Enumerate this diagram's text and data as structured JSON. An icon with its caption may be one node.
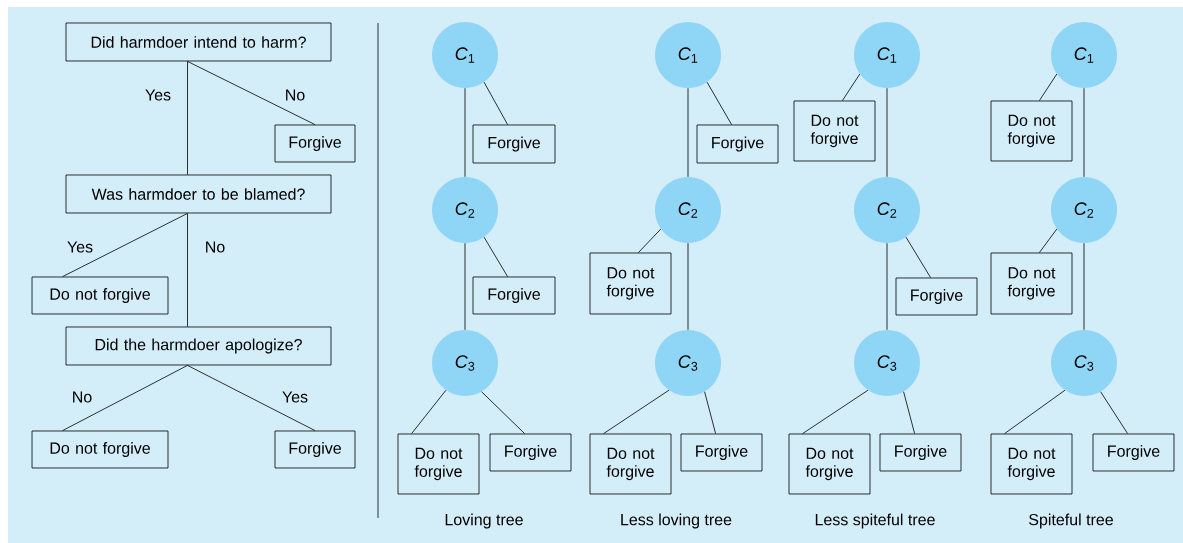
{
  "diagram": {
    "nodes": [
      {
        "text": [
          "Did harmdoer intend to harm?"
        ]
      },
      {
        "text": [
          "Forgive"
        ]
      },
      {
        "text": [
          "Was harmdoer to be blamed?"
        ]
      },
      {
        "text": [
          "Do not forgive"
        ]
      },
      {
        "text": [
          "Did the harmdoer apologize?"
        ]
      },
      {
        "text": [
          "Do not forgive"
        ]
      },
      {
        "text": [
          "Forgive"
        ]
      },
      {
        "text": [
          "*C*$_{1}$"
        ]
      },
      {
        "text": [
          "Forgive"
        ]
      },
      {
        "text": [
          "*C*$_{2}$"
        ]
      },
      {
        "text": [
          "Forgive"
        ]
      },
      {
        "text": [
          "*C*$_{3}$"
        ]
      },
      {
        "text": [
          "Do not forgive"
        ]
      },
      {
        "text": [
          "Forgive"
        ]
      },
      {
        "text": [
          "*C*$_{1}$"
        ]
      },
      {
        "text": [
          "Forgive"
        ]
      },
      {
        "text": [
          "*C*$_{2}$"
        ]
      },
      {
        "text": [
          "Do not forgive"
        ]
      },
      {
        "text": [
          "*C*$_{3}$"
        ]
      },
      {
        "text": [
          "Do not forgive"
        ]
      },
      {
        "text": [
          "Forgive"
        ]
      },
      {
        "text": [
          "*C*$_{1}$"
        ]
      },
      {
        "text": [
          "Do not forgive"
        ]
      },
      {
        "text": [
          "*C*$_{2}$"
        ]
      },
      {
        "text": [
          "Forgive"
        ]
      },
      {
        "text": [
          "*C*$_{3}$"
        ]
      },
      {
        "text": [
          "Do not forgive"
        ]
      },
      {
        "text": [
          "Forgive"
        ]
      },
      {
        "text": [
          "*C*$_{1}$"
        ]
      },
      {
        "text": [
          "Do not forgive"
        ]
      },
      {
        "text": [
          "*C*$_{2}$"
        ]
      },
      {
        "text": [
          "Do not forgive"
        ]
      },
      {
        "text": [
          "*C*$_{3}$"
        ]
      },
      {
        "text": [
          "Do not forgive"
        ]
      },
      {
        "text": [
          "Forgive"
        ]
      }
    ],
    "edges": [
      {
        "from": 0,
        "to": 2,
        "arrow": "none",
        "label": "Yes"
      },
      {
        "from": 0,
        "to": 1,
        "arrow": "none",
        "label": "No"
      },
      {
        "from": 2,
        "to": 3,
        "arrow": "none",
        "label": "Yes"
      },
      {
        "from": 2,
        "to": 4,
        "arrow": "none",
        "label": "No"
      },
      {
        "from": 4,
        "to": 5,
        "arrow": "none",
        "label": "No"
      },
      {
        "from": 4,
        "to": 6,
        "arrow": "none",
        "label": "Yes"
      },
      {
        "from": 7,
        "to": 8,
        "arrow": "none"
      },
      {
        "from": 7,
        "to": 9,
        "arrow": "none"
      },
      {
        "from": 9,
        "to": 10,
        "arrow": "none"
      },
      {
        "from": 9,
        "to": 11,
        "arrow": "none"
      },
      {
        "from": 11,
        "to": 12,
        "arrow": "none"
      },
      {
        "from": 11,
        "to": 13,
        "arrow": "none"
      },
      {
        "from": 14,
        "to": 15,
        "arrow": "none"
      },
      {
        "from": 14,
        "to": 16,
        "arrow": "none"
      },
      {
        "from": 16,
        "to": 17,
        "arrow": "none"
      },
      {
        "from": 16,
        "to": 18,
        "arrow": "none"
      },
      {
        "from": 18,
        "to": 19,
        "arrow": "none"
      },
      {
        "from": 18,
        "to": 20,
        "arrow": "none"
      },
      {
        "from": 21,
        "to": 22,
        "arrow": "none"
      },
      {
        "from": 21,
        "to": 23,
        "arrow": "none"
      },
      {
        "from": 23,
        "to": 24,
        "arrow": "none"
      },
      {
        "from": 23,
        "to": 25,
        "arrow": "none"
      },
      {
        "from": 25,
        "to": 26,
        "arrow": "none"
      },
      {
        "from": 25,
        "to": 27,
        "arrow": "none"
      },
      {
        "from": 28,
        "to": 29,
        "arrow": "none"
      },
      {
        "from": 28,
        "to": 30,
        "arrow": "none"
      },
      {
        "from": 30,
        "to": 31,
        "arrow": "none"
      },
      {
        "from": 30,
        "to": 32,
        "arrow": "none"
      },
      {
        "from": 32,
        "to": 33,
        "arrow": "none"
      },
      {
        "from": 32,
        "to": 34,
        "arrow": "none"
      }
    ],
    "labels": [
      "Loving tree",
      "Less loving tree",
      "Less spiteful tree",
      "Spiteful tree"
    ]
  }
}
